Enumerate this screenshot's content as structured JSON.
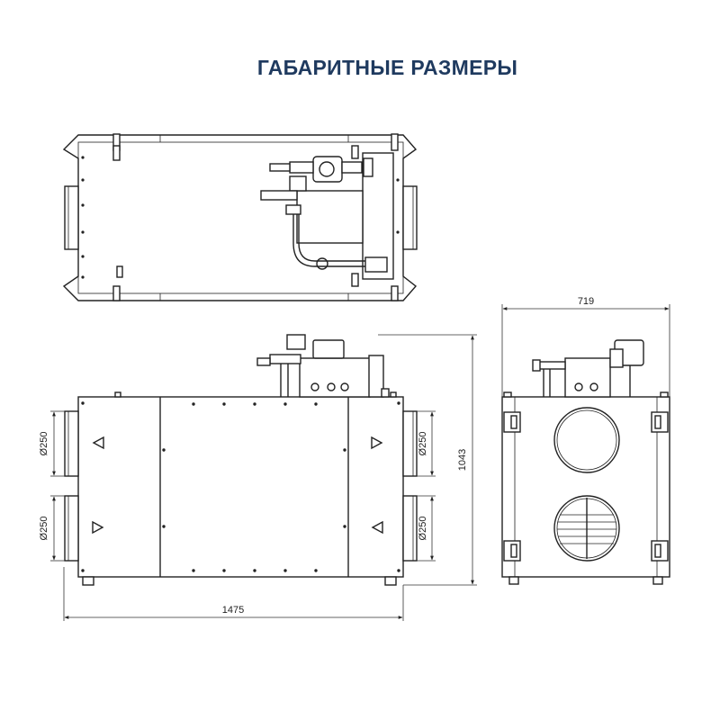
{
  "title": "ГАБАРИТНЫЕ РАЗМЕРЫ",
  "colors": {
    "title": "#1f3a5f",
    "lines": "#222222",
    "background": "#ffffff"
  },
  "dimensions": {
    "width_front": "1475",
    "height": "1043",
    "depth_side": "719",
    "duct_top_left": "Ø250",
    "duct_bottom_left": "Ø250",
    "duct_top_right": "Ø250",
    "duct_bottom_right": "Ø250"
  },
  "views": [
    "top-view",
    "front-view",
    "side-view"
  ]
}
